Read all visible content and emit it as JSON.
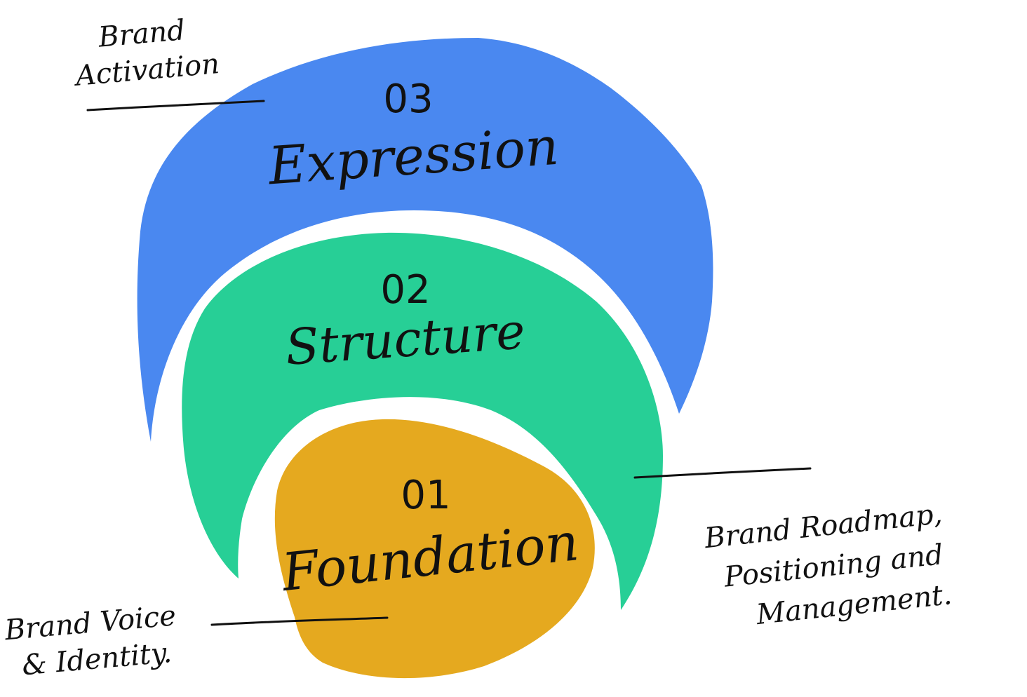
{
  "layers": [
    {
      "id": "expression",
      "number": "03",
      "title": "Expression",
      "color": "#4a88f0",
      "note_lines": [
        "Brand",
        "Activation"
      ]
    },
    {
      "id": "structure",
      "number": "02",
      "title": "Structure",
      "color": "#27cf96",
      "note_lines": [
        "Brand Roadmap,",
        "Positioning and",
        "Management."
      ]
    },
    {
      "id": "foundation",
      "number": "01",
      "title": "Foundation",
      "color": "#e5a91f",
      "note_lines": [
        "Brand Voice",
        "& Identity."
      ]
    }
  ]
}
